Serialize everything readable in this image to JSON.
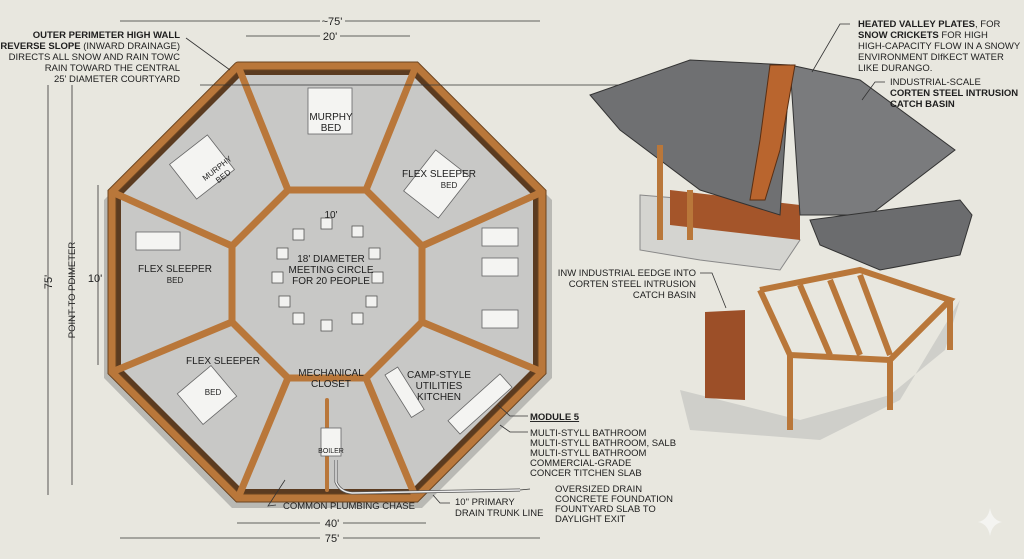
{
  "title_callouts": {
    "outer_wall": [
      "OUTER PERIMETER HIGH WALL",
      "REVERSE SLOPE",
      " (INWARD DRAINAGE)",
      "DIRECTS ALL SNOW AND RAIN TOWC",
      "RAIN TOWARD THE CENTRAL",
      "25' DIAMETER COURTYARD"
    ],
    "heated_valley": [
      "HEATED VALLEY PLATES",
      ", FOR",
      "SNOW CRICKETS",
      " FOR HIGH",
      "HIGH-CAPACITY FLOW IN A SNOWY",
      "ENVIRONMENT DIfKECT WATER",
      "LIKE DURANGO."
    ],
    "corten_basin": [
      "INDUSTRIAL-SCALE",
      "CORTEN STEEL INTRUSION",
      "CATCH BASIN"
    ],
    "ledge": [
      "INW INDUSTRIAL EEDGE INTO",
      "CORTEN STEEL INTRUSION",
      "CATCH BASIN"
    ],
    "module": {
      "heading": "MODULE 5",
      "lines": [
        "MULTI-STYLL BATHROOM",
        "MULTI-STYLL BATHROOM, SALB",
        "MULTI-STYLL BATHROOM",
        "COMMERCIAL-GRADE",
        "CONCER TITCHEN SLAB"
      ]
    },
    "drain": [
      "OVERSIZED DRAIN",
      "CONCRETE FOUNDATION",
      "FOUNTYARD SLAB TO",
      "DAYLIGHT EXIT"
    ],
    "trunk": [
      "10\" PRIMARY",
      "DRAIN TRUNK LINE"
    ],
    "plumbing": "COMMON PLUMBING CHASE"
  },
  "dimensions": {
    "top_overall": "~75'",
    "top_side": "20'",
    "left_overall": "75'",
    "left_label": "POINT-TO PDIMETER",
    "left_inner": "10'",
    "center": "10'",
    "bottom_inner": "40'",
    "bottom_overall": "75'"
  },
  "rooms": {
    "murphy_top": [
      "MURPHY",
      "BED"
    ],
    "murphy_left": [
      "MURPHY",
      "BED"
    ],
    "flex_right": [
      "FLEX SLEEPER",
      "BED"
    ],
    "flex_left": [
      "FLEX SLEEPER",
      "BED"
    ],
    "flex_lower": [
      "FLEX SLEEPER",
      "BED"
    ],
    "meeting": [
      "18' DIAMETER",
      "MEETING CIRCLE",
      "FOR 20 PEOPLE"
    ],
    "mechanical": [
      "MECHANICAL",
      "CLOSET"
    ],
    "kitchen": [
      "CAMP-STYLE",
      "UTILITIES",
      "KITCHEN"
    ],
    "boiler": "BOILER"
  },
  "colors": {
    "background": "#e8e7df",
    "floor": "#c8c8c6",
    "wood": "#b9773a",
    "roof": "#6f7072",
    "corten": "#a4552a"
  }
}
